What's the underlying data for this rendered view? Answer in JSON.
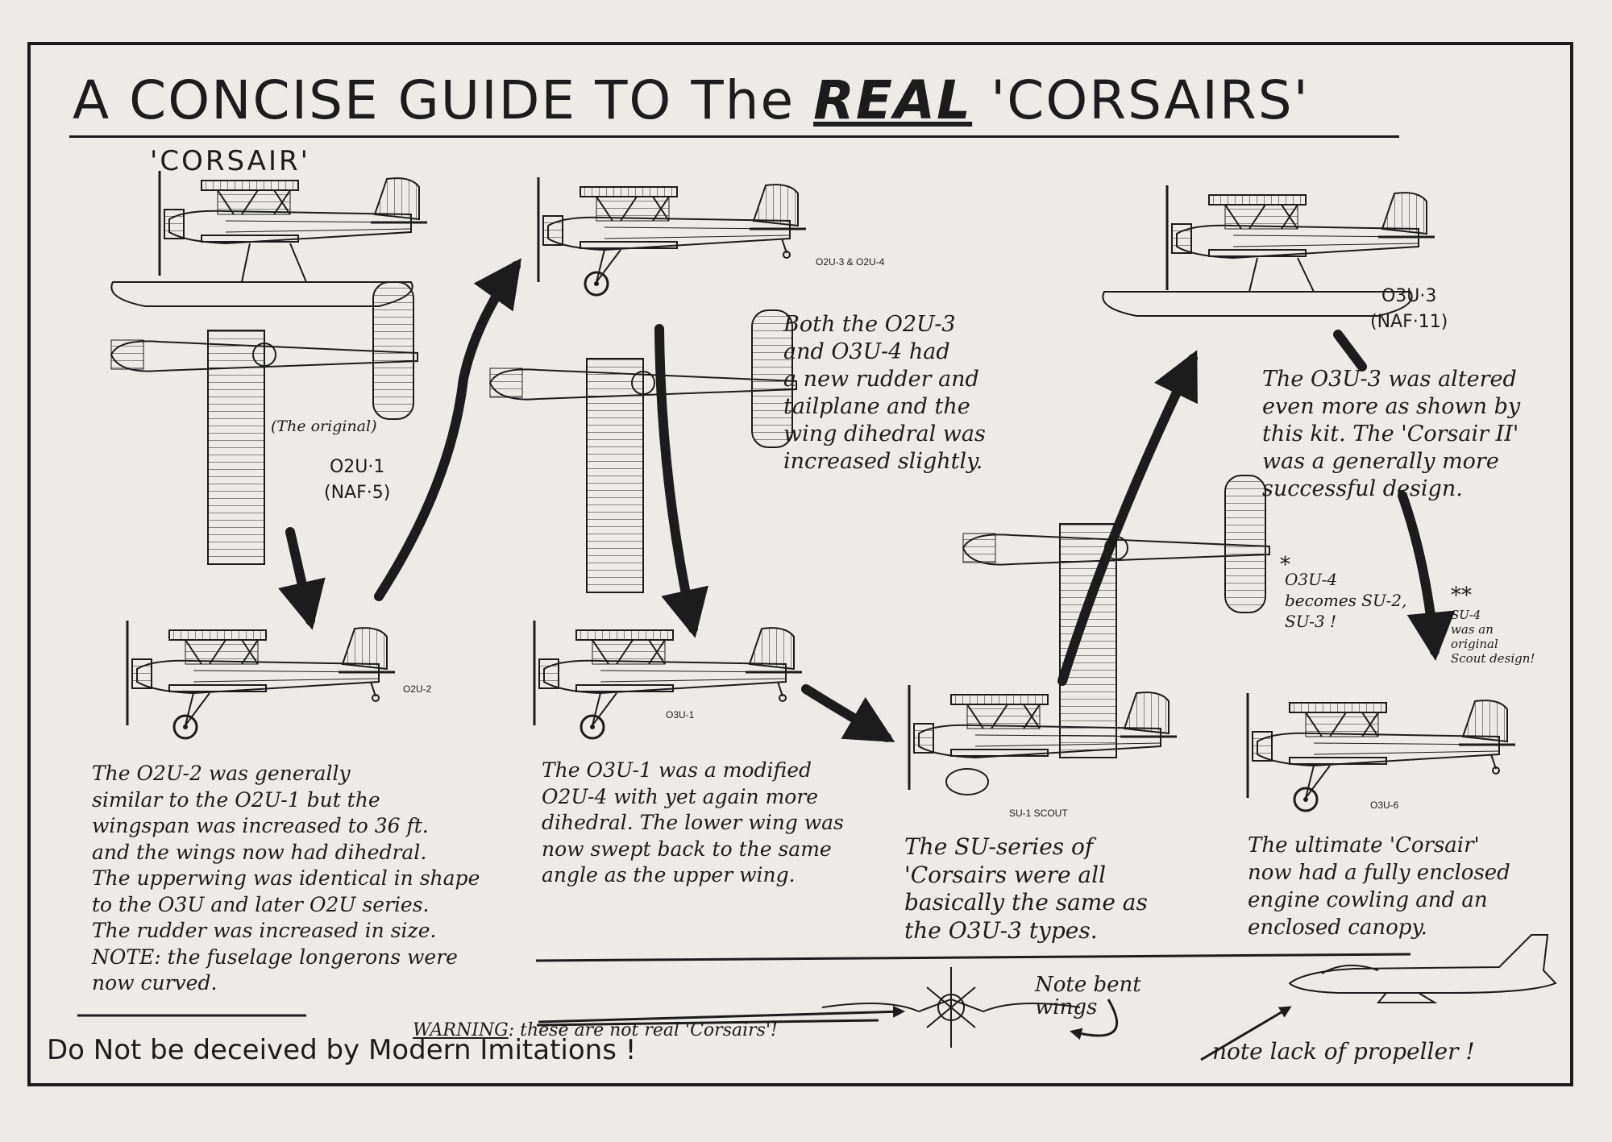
{
  "title": {
    "prefix": "A CONCISE GUIDE TO The",
    "emphasis": "REAL",
    "suffix": "'CORSAIRS'"
  },
  "header_label": "'CORSAIR'",
  "aircraft_labels": {
    "o2u1_note": "(The original)",
    "o2u1": "O2U·1\n(NAF·5)",
    "o2u3_o2u4": "O2U-3  & O2U-4",
    "o3u3": "O3U·3\n(NAF·11)",
    "o2u2": "O2U-2",
    "o3u1": "O3U-1",
    "su1": "SU-1  SCOUT",
    "o3u6": "O3U-6"
  },
  "notes": {
    "both": "Both the O2U-3\nand O3U-4 had\na new rudder and\ntailplane and the\nwing dihedral was\nincreased slightly.",
    "o3u3": "The O3U-3 was altered\neven more as shown by\nthis kit. The 'Corsair II'\nwas a generally more\nsuccessful design.",
    "o3u4_marker": "*",
    "o3u4": "O3U-4\nbecomes SU-2,\nSU-3 !",
    "su4_marker": "**",
    "su4": "SU-4\nwas an\noriginal\nScout design!",
    "o2u2": "The O2U-2 was generally\nsimilar to the O2U-1 but the\nwingspan was increased to 36 ft.\nand the wings now had dihedral.\nThe upperwing was identical in shape\nto the O3U and later O2U series.\nThe rudder was increased in size.\nNOTE: the fuselage longerons were\nnow curved.",
    "o3u1": "The O3U-1 was a modified\nO2U-4 with yet again more\ndihedral. The lower wing was\nnow swept back to the same\nangle as the upper wing.",
    "su": "The SU-series of\n'Corsairs were all\nbasically the same as\nthe O3U-3 types.",
    "ultimate": "The ultimate 'Corsair'\nnow had a fully enclosed\nengine cowling and an\nenclosed canopy."
  },
  "warning": {
    "label": "WARNING",
    "text": ": these are not real 'Corsairs'!"
  },
  "bent_wings": "Note bent\nwings",
  "propeller": "note lack of propeller !",
  "deceived": "Do Not be deceived by Modern Imitations !",
  "colors": {
    "ink": "#1c1c1c",
    "paper": "#ecebe7",
    "ghost": "#b9b8b3"
  }
}
